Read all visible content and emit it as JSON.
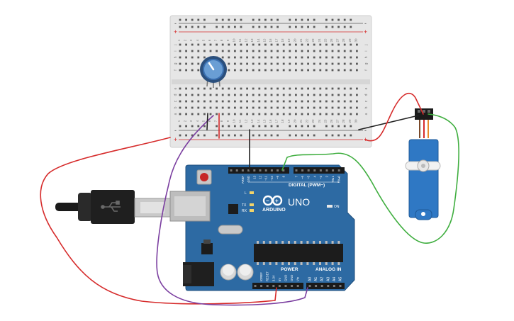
{
  "breadboard": {
    "rail_minus": "-",
    "rail_plus": "+",
    "row_letters_top": [
      "j",
      "i",
      "h",
      "g",
      "f"
    ],
    "row_letters_bottom": [
      "e",
      "d",
      "c",
      "b",
      "a"
    ],
    "column_numbers": [
      "1",
      "2",
      "3",
      "4",
      "5",
      "6",
      "7",
      "8",
      "9",
      "10",
      "11",
      "12",
      "13",
      "14",
      "15",
      "16",
      "17",
      "18",
      "19",
      "20",
      "21",
      "22",
      "23",
      "24",
      "25",
      "26",
      "27",
      "28",
      "29",
      "30"
    ]
  },
  "arduino": {
    "logo_text": "ARDUINO",
    "model": "UNO",
    "digital_label": "DIGITAL (PWM~)",
    "power_label": "POWER",
    "analog_label": "ANALOG IN",
    "on_label": "ON",
    "l_label": "L",
    "tx_label": "TX",
    "rx_label": "RX",
    "top_header_pins": [
      "AREF",
      "GND",
      "13",
      "12",
      "~11",
      "~10",
      "~9",
      "8",
      "7",
      "~6",
      "~5",
      "4",
      "~3",
      "2",
      "TX▸1",
      "RX◂0"
    ],
    "power_pins": [
      "IOREF",
      "RESET",
      "3.3V",
      "5V",
      "GND",
      "GND",
      "Vin"
    ],
    "analog_pins": [
      "A0",
      "A1",
      "A2",
      "A3",
      "A4",
      "A5"
    ]
  },
  "colors": {
    "board": "#2d6aa3",
    "board_dark": "#1f4f7d",
    "breadboard": "#e4e4e4",
    "wire_red": "#d62b2b",
    "wire_purple": "#7b3fa0",
    "wire_green": "#3fae3f",
    "wire_black": "#222222",
    "servo": "#2f78c4",
    "pot": "#3a6fb0"
  }
}
